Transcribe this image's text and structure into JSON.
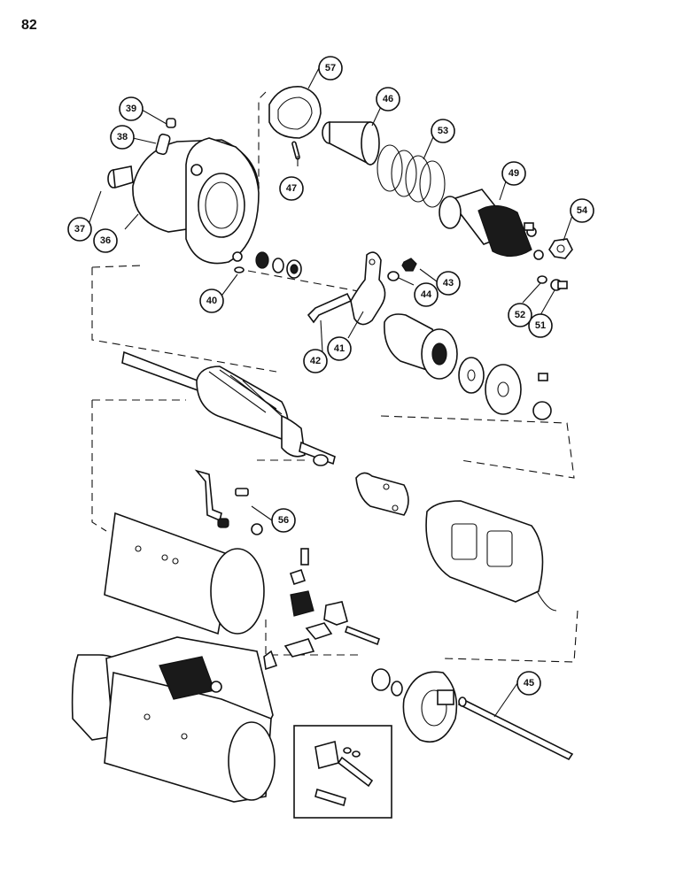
{
  "page": {
    "number": "82"
  },
  "callouts": [
    "36",
    "37",
    "38",
    "39",
    "40",
    "41",
    "42",
    "43",
    "44",
    "45",
    "46",
    "47",
    "49",
    "51",
    "52",
    "53",
    "54",
    "56",
    "57"
  ],
  "colors": {
    "ink": "#111111",
    "paper": "#ffffff"
  }
}
